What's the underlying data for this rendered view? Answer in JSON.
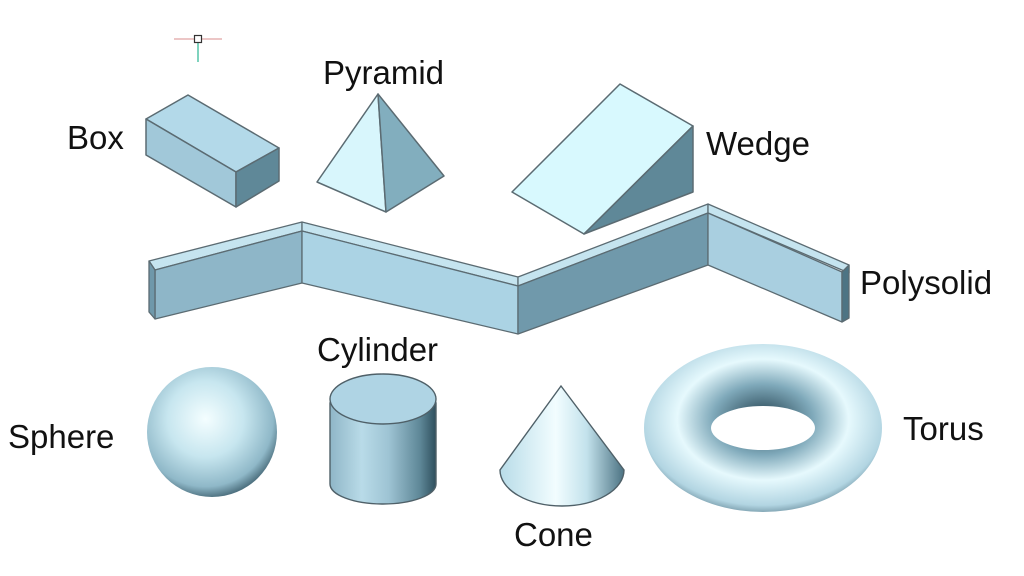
{
  "title": "3D Solid Primitives",
  "colors": {
    "face_light": "#d6f6fc",
    "face_mid": "#a8d2e4",
    "face_dark": "#7aa5b8",
    "face_darkest": "#55808f",
    "edge": "#5b6b72",
    "label": "#111111"
  },
  "shapes": [
    {
      "id": "box",
      "label": "Box"
    },
    {
      "id": "pyramid",
      "label": "Pyramid"
    },
    {
      "id": "wedge",
      "label": "Wedge"
    },
    {
      "id": "polysolid",
      "label": "Polysolid"
    },
    {
      "id": "cylinder",
      "label": "Cylinder"
    },
    {
      "id": "sphere",
      "label": "Sphere"
    },
    {
      "id": "cone",
      "label": "Cone"
    },
    {
      "id": "torus",
      "label": "Torus"
    }
  ],
  "cursor": {
    "icon": "crosshair-cursor-icon"
  }
}
